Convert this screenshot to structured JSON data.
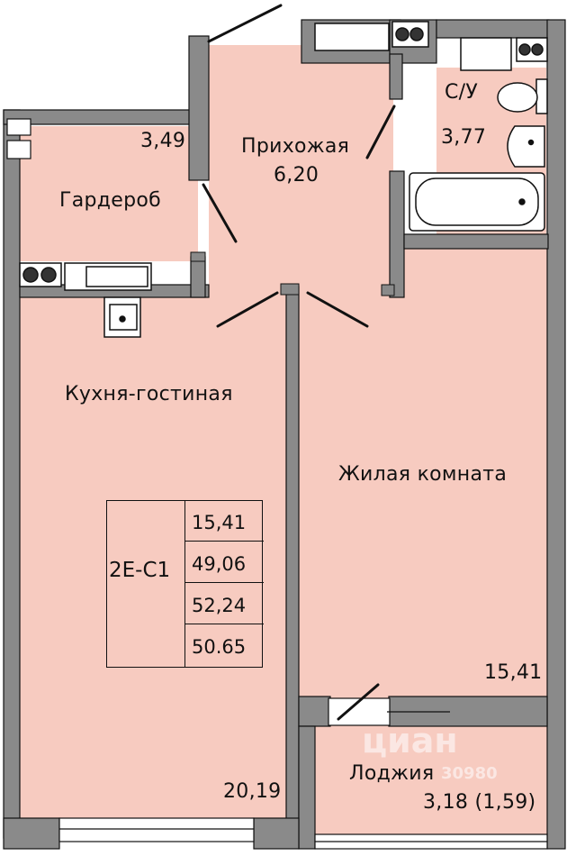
{
  "rooms": {
    "hall": {
      "name": "Прихожая",
      "area": "6,20"
    },
    "bath": {
      "name": "С/У",
      "area": "3,77"
    },
    "wardrobe": {
      "name": "Гардероб",
      "area": "3,49"
    },
    "kitchen": {
      "name": "Кухня-гостиная",
      "area": "20,19"
    },
    "bedroom": {
      "name": "Жилая комната",
      "area": "15,41"
    },
    "loggia": {
      "name": "Лоджия",
      "area": "3,18 (1,59)"
    }
  },
  "summary": {
    "code": "2Е-С1",
    "values": [
      "15,41",
      "49,06",
      "52,24",
      "50.65"
    ]
  },
  "watermark": {
    "brand": "циан",
    "id": "30980"
  },
  "colors": {
    "floor": "#f7cbc0",
    "wall": "#8a8a8a",
    "line": "#111111"
  }
}
